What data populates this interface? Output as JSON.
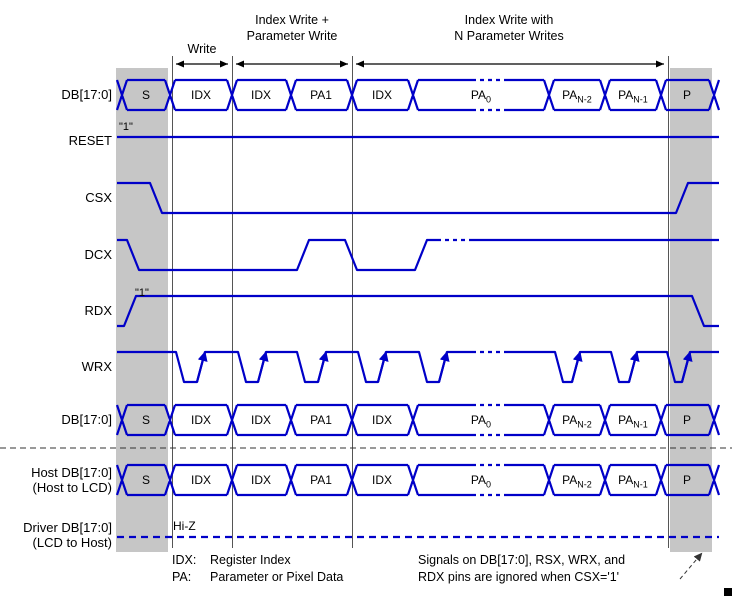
{
  "signals": {
    "db_top": "DB[17:0]",
    "reset": "RESET",
    "csx": "CSX",
    "dcx": "DCX",
    "rdx": "RDX",
    "wrx": "WRX",
    "db_mid": "DB[17:0]",
    "host_line1": "Host DB[17:0]",
    "host_line2": "(Host to LCD)",
    "driver_line1": "Driver DB[17:0]",
    "driver_line2": "(LCD to Host)"
  },
  "annotations": {
    "write": "Write",
    "iwpw1": "Index Write +",
    "iwpw2": "Parameter Write",
    "iwnp1": "Index Write with",
    "iwnp2": "N Parameter Writes",
    "reset_level": "\"1\"",
    "rdx_level": "\"1\"",
    "hiz": "Hi-Z"
  },
  "bus_cells": [
    {
      "base": "S",
      "sub": ""
    },
    {
      "base": "IDX",
      "sub": ""
    },
    {
      "base": "IDX",
      "sub": ""
    },
    {
      "base": "PA1",
      "sub": ""
    },
    {
      "base": "IDX",
      "sub": ""
    },
    {
      "base": "PA",
      "sub": "0"
    },
    {
      "base": "PA",
      "sub": "N-2"
    },
    {
      "base": "PA",
      "sub": "N-1"
    },
    {
      "base": "P",
      "sub": ""
    }
  ],
  "legend": {
    "idx_term": "IDX:",
    "idx_desc": "Register Index",
    "pa_term": "PA:",
    "pa_desc": "Parameter or Pixel Data"
  },
  "note": {
    "line1": "Signals on DB[17:0], RSX, WRX, and",
    "line2": "RDX pins are ignored when CSX='1'"
  },
  "colors": {
    "waveform_blue": "#0000C8",
    "band_gray": "#C6C6C6",
    "line_gray": "#444444"
  }
}
